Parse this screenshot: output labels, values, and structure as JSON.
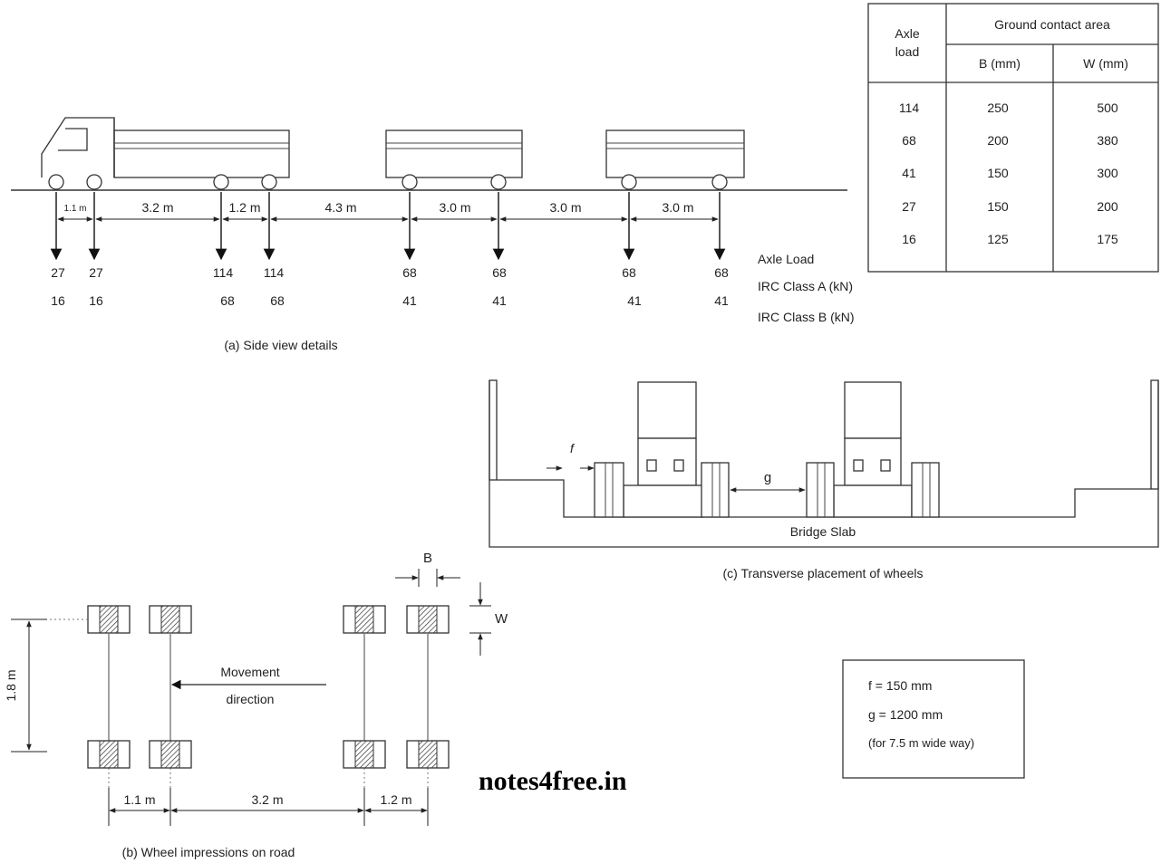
{
  "side_view": {
    "caption": "(a) Side view details",
    "spacings": [
      "1.1 m",
      "3.2 m",
      "1.2 m",
      "4.3 m",
      "3.0 m",
      "3.0 m",
      "3.0 m"
    ],
    "class_a_loads": [
      "27",
      "27",
      "114",
      "114",
      "68",
      "68",
      "68",
      "68"
    ],
    "class_b_loads": [
      "16",
      "16",
      "68",
      "68",
      "41",
      "41",
      "41",
      "41"
    ],
    "row_labels": {
      "axle_load": "Axle Load",
      "class_a": "IRC Class A (kN)",
      "class_b": "IRC Class B (kN)"
    }
  },
  "contact_table": {
    "header_axle_1": "Axle",
    "header_axle_2": "load",
    "header_group": "Ground contact area",
    "header_b": "B (mm)",
    "header_w": "W (mm)",
    "rows": [
      [
        "114",
        "250",
        "500"
      ],
      [
        "68",
        "200",
        "380"
      ],
      [
        "41",
        "150",
        "300"
      ],
      [
        "27",
        "150",
        "200"
      ],
      [
        "16",
        "125",
        "175"
      ]
    ]
  },
  "transverse": {
    "f_label": "f",
    "g_label": "g",
    "slab_label": "Bridge Slab",
    "caption": "(c) Transverse placement of wheels"
  },
  "impressions": {
    "b_label": "B",
    "w_label": "W",
    "height_label": "1.8 m",
    "movement_1": "Movement",
    "movement_2": "direction",
    "spacings": [
      "1.1 m",
      "3.2 m",
      "1.2 m"
    ],
    "caption": "(b) Wheel impressions on road"
  },
  "notes": {
    "f_line": "f = 150 mm",
    "g_line": "g = 1200 mm",
    "way_line": "(for 7.5 m wide way)"
  },
  "watermark": "notes4free.in"
}
